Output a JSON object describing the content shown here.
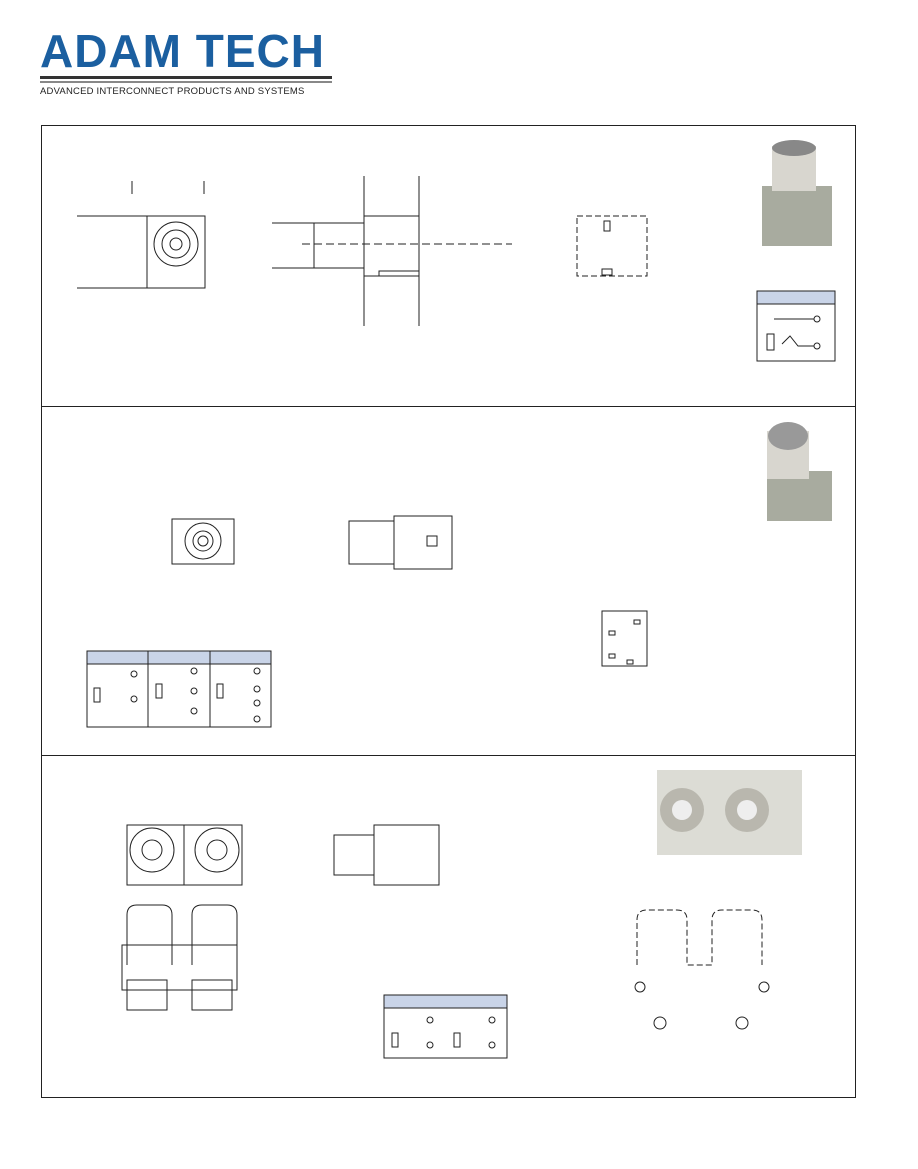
{
  "brand": {
    "name": "ADAM TECH",
    "tagline": "ADVANCED INTERCONNECT PRODUCTS AND SYSTEMS",
    "color": "#1b5fa0"
  },
  "panels": [
    {
      "id": "single-rca-jack",
      "schematics": 1
    },
    {
      "id": "single-rca-jack-variant",
      "schematics": 3
    },
    {
      "id": "dual-rca-jack",
      "schematics": 2
    }
  ],
  "colors": {
    "schematic_header": "#c9d4e8",
    "line": "#222222"
  }
}
